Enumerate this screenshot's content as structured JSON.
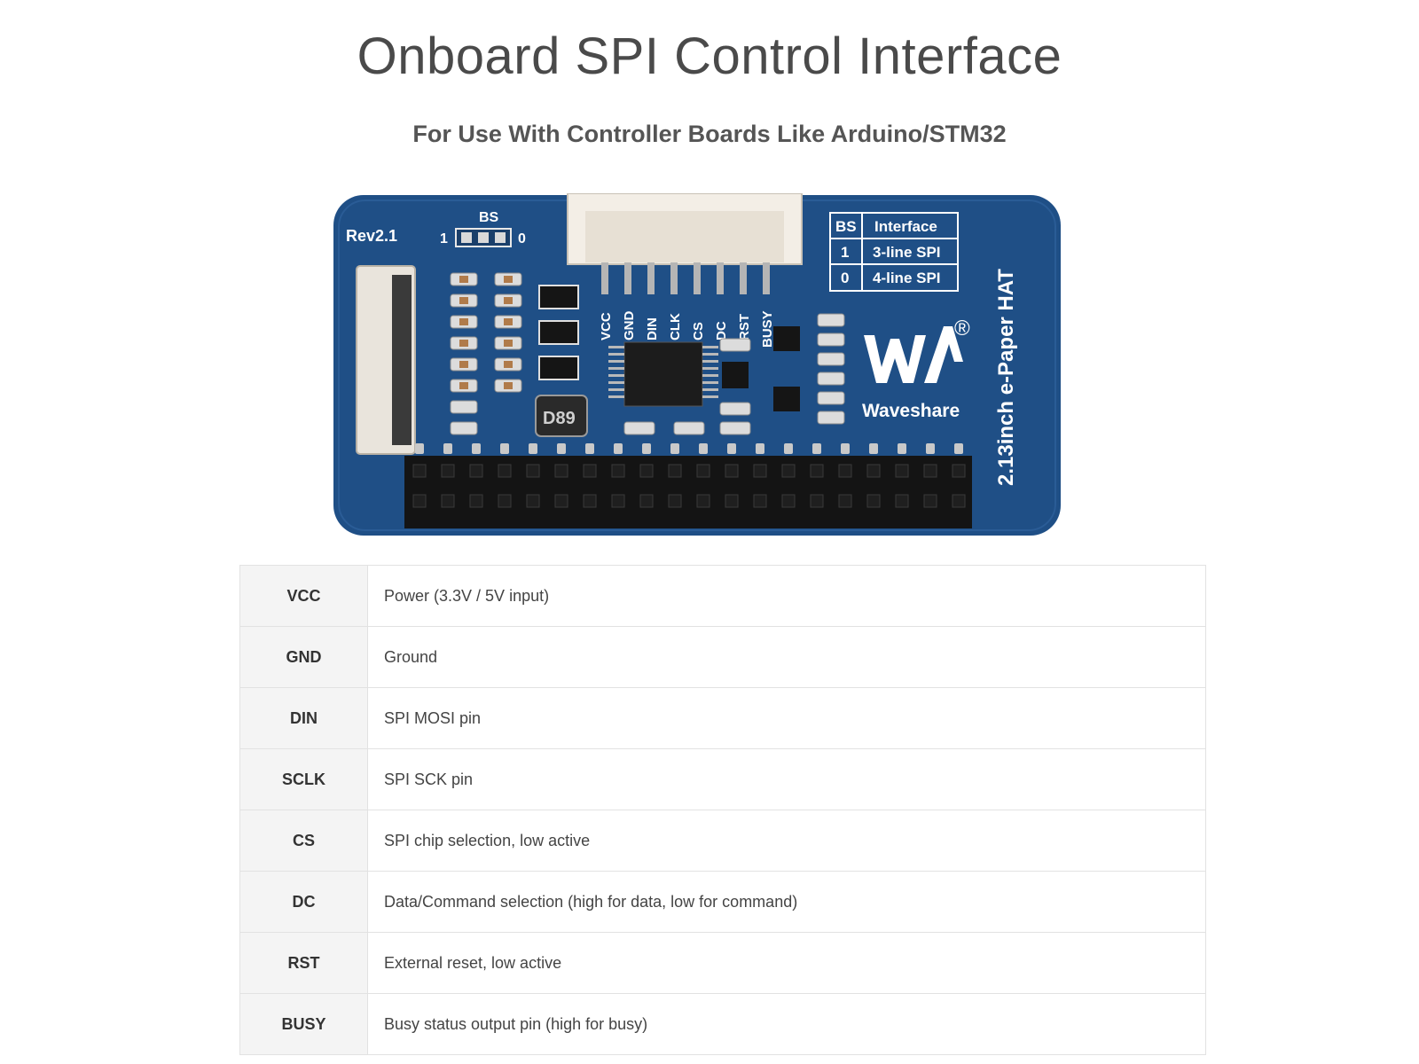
{
  "header": {
    "title": "Onboard SPI Control Interface",
    "subtitle": "For Use With Controller Boards Like Arduino/STM32"
  },
  "board": {
    "revision": "Rev2.1",
    "bs_label": "BS",
    "bs_left": "1",
    "bs_right": "0",
    "inductor_code": "D89",
    "brand": "Waveshare",
    "registered_mark": "®",
    "product_name": "2.13inch e-Paper HAT",
    "connector_pins": [
      "VCC",
      "GND",
      "DIN",
      "CLK",
      "CS",
      "DC",
      "RST",
      "BUSY"
    ],
    "bs_table": {
      "header": [
        "BS",
        "Interface"
      ],
      "rows": [
        [
          "1",
          "3-line SPI"
        ],
        [
          "0",
          "4-line SPI"
        ]
      ]
    },
    "colors": {
      "pcb": "#1f4f86",
      "pcb_dark": "#173f6e",
      "connector": "#f3eee6"
    }
  },
  "pins": [
    {
      "name": "VCC",
      "description": "Power (3.3V / 5V input)"
    },
    {
      "name": "GND",
      "description": "Ground"
    },
    {
      "name": "DIN",
      "description": "SPI MOSI pin"
    },
    {
      "name": "SCLK",
      "description": "SPI SCK pin"
    },
    {
      "name": "CS",
      "description": "SPI chip selection, low active"
    },
    {
      "name": "DC",
      "description": "Data/Command selection (high for data, low for command)"
    },
    {
      "name": "RST",
      "description": "External reset, low active"
    },
    {
      "name": "BUSY",
      "description": "Busy status output pin (high for busy)"
    }
  ]
}
